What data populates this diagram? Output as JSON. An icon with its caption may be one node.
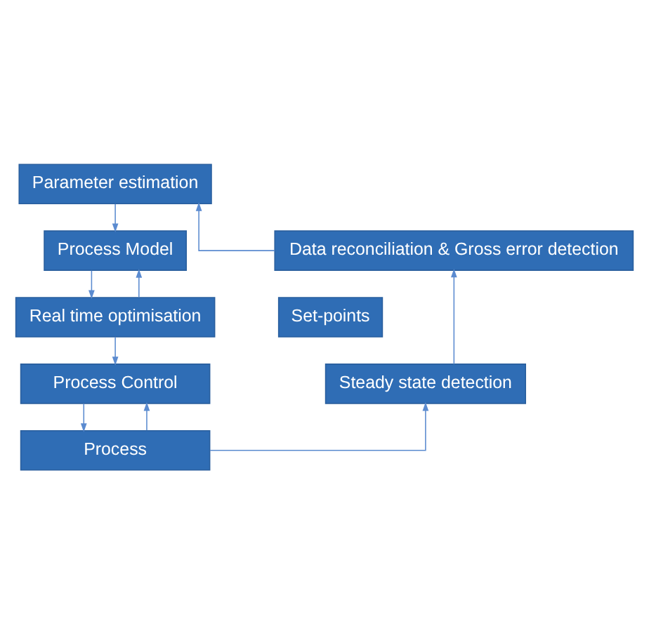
{
  "diagram": {
    "nodes": [
      {
        "text": [
          "Parameter estimation"
        ]
      },
      {
        "text": [
          "Data reconciliation & Gross error detection"
        ]
      },
      {
        "text": [
          "Process Model"
        ]
      },
      {
        "text": [
          "Real time optimisation"
        ]
      },
      {
        "text": [
          "Steady state detection"
        ]
      },
      {
        "text": [
          "Set-points"
        ]
      },
      {
        "text": [
          "Process Control"
        ]
      },
      {
        "text": [
          "Process"
        ]
      }
    ],
    "edges": [
      {
        "from": 0,
        "to": 2,
        "arrow": "to"
      },
      {
        "from": 2,
        "to": 3,
        "arrow": "to"
      },
      {
        "from": 3,
        "to": 2,
        "arrow": "to"
      },
      {
        "from": 3,
        "to": 6,
        "arrow": "to"
      },
      {
        "from": 6,
        "to": 7,
        "arrow": "to"
      },
      {
        "from": 7,
        "to": 6,
        "arrow": "to"
      },
      {
        "from": 7,
        "to": 4,
        "arrow": "to"
      },
      {
        "from": 4,
        "to": 1,
        "arrow": "to"
      },
      {
        "from": 1,
        "to": 0,
        "arrow": "to"
      }
    ]
  }
}
